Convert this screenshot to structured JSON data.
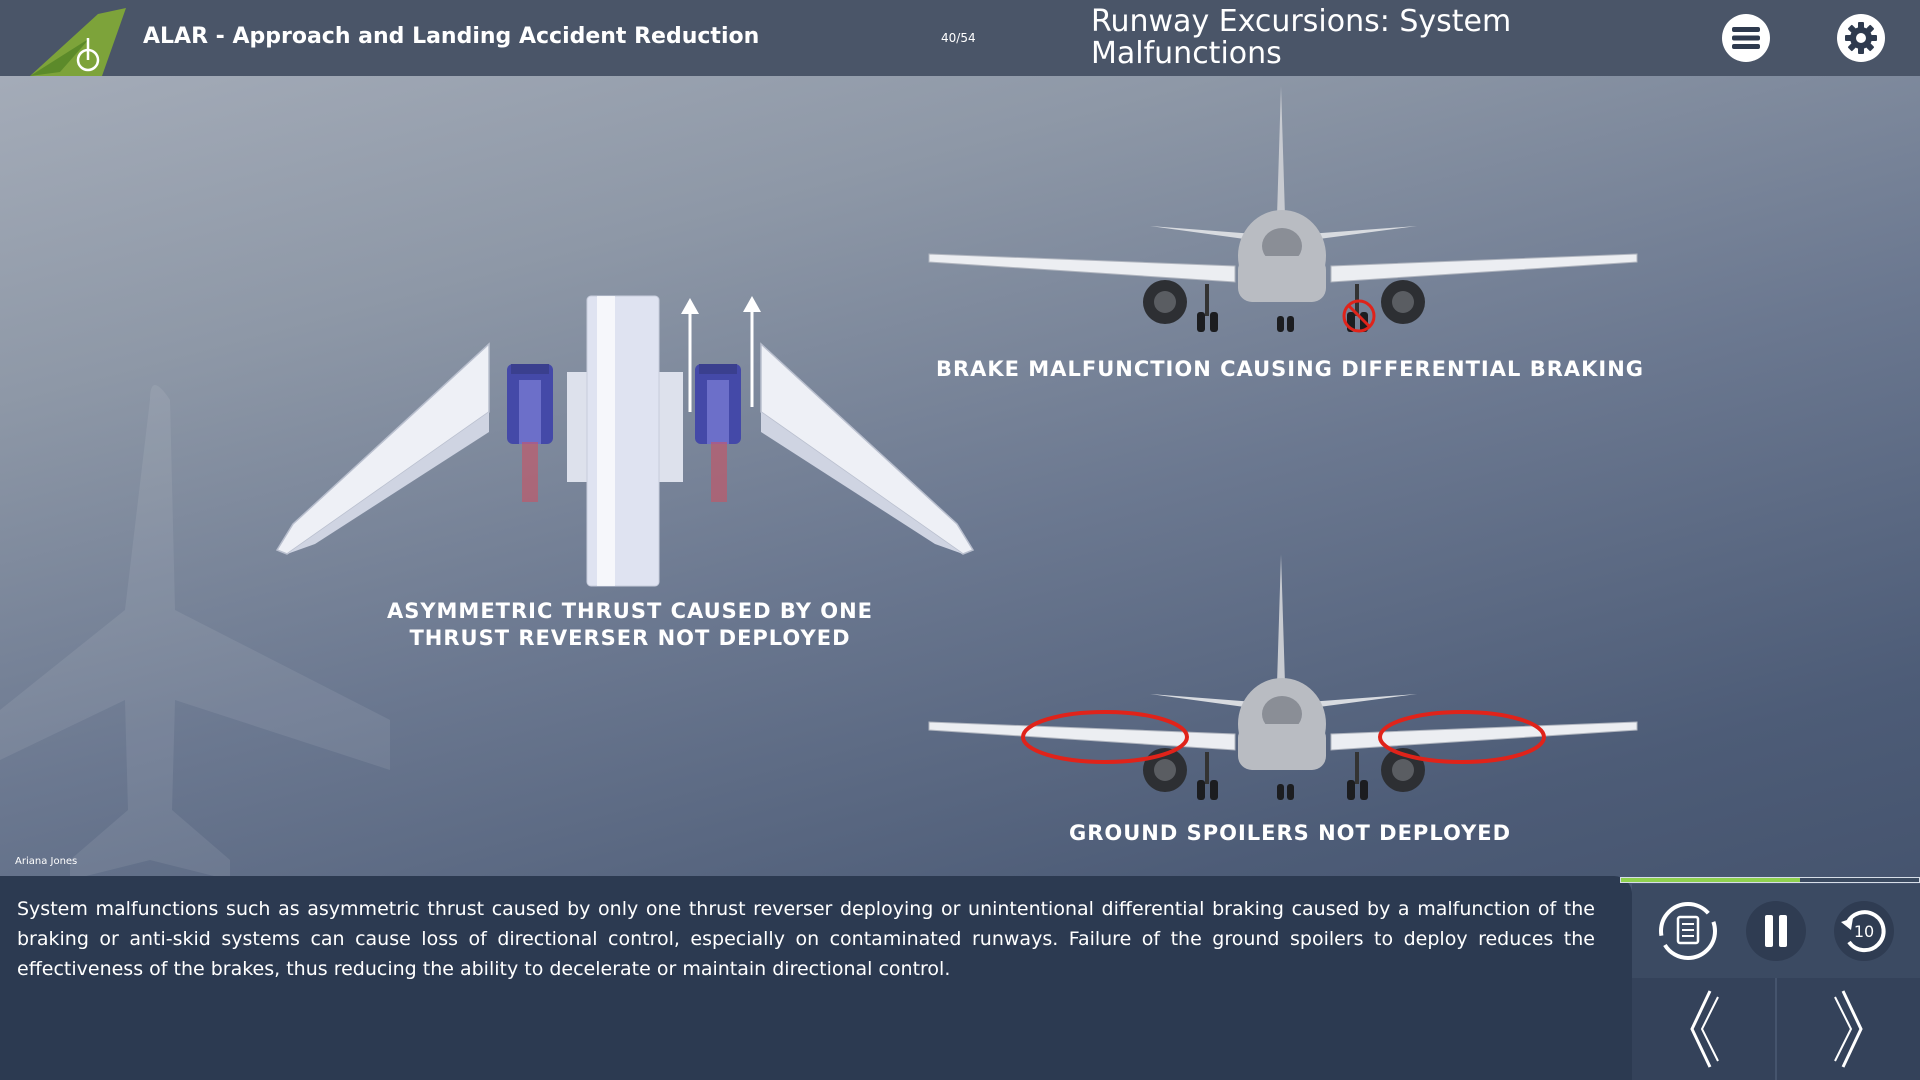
{
  "header": {
    "app_title": "ALAR - Approach and Landing Accident Reduction",
    "page_counter": "40/54",
    "screen_title": "Runway Excursions: System Malfunctions",
    "menu_icon": "hamburger-menu-icon",
    "settings_icon": "gear-icon"
  },
  "diagrams": {
    "asymmetric_thrust": {
      "caption": "ASYMMETRIC THRUST CAUSED BY ONE THRUST REVERSER NOT DEPLOYED"
    },
    "brake_malfunction": {
      "caption": "BRAKE MALFUNCTION CAUSING DIFFERENTIAL BRAKING"
    },
    "ground_spoilers": {
      "caption": "GROUND SPOILERS NOT DEPLOYED"
    }
  },
  "author": "Ariana Jones",
  "narration": "System malfunctions such as asymmetric thrust caused by only one thrust reverser deploying or unintentional differential braking caused by a malfunction of the braking or anti-skid systems can cause loss of directional control, especially on contaminated runways. Failure of the ground spoilers to deploy reduces the effectiveness of the brakes, thus reducing the ability to decelerate or maintain directional control.",
  "controls": {
    "progress": 0.6,
    "transcript_icon": "transcript-replay-icon",
    "pause_icon": "pause-icon",
    "rewind_icon": "rewind-10-icon",
    "rewind_label": "10",
    "prev_icon": "chevron-left-icon",
    "next_icon": "chevron-right-icon"
  },
  "colors": {
    "header_bg": "#4a5568",
    "panel_bg": "#2c3a51",
    "progress": "#8fd14f",
    "highlight": "#e0231a",
    "logo": "#7da33a"
  }
}
